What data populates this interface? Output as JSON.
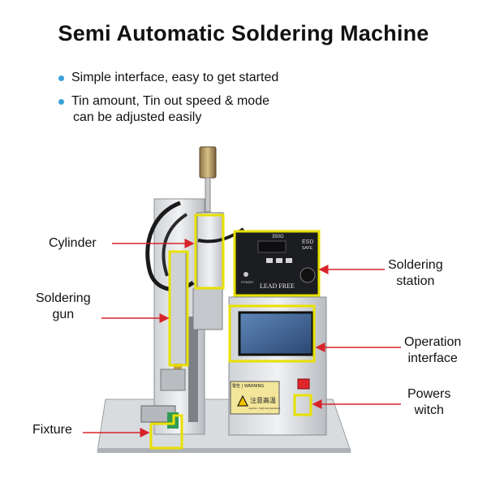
{
  "title": "Semi Automatic Soldering Machine",
  "bullets": [
    "Simple interface, easy to get started",
    "Tin amount, Tin out speed & mode",
    "can be adjusted easily"
  ],
  "callouts": {
    "cylinder": "Cylinder",
    "soldering_gun_line1": "Soldering",
    "soldering_gun_line2": "gun",
    "fixture": "Fixture",
    "soldering_station_line1": "Soldering",
    "soldering_station_line2": "station",
    "operation_interface_line1": "Operation",
    "operation_interface_line2": "interface",
    "power_switch_line1": "Powers",
    "power_switch_line2": "witch"
  },
  "station_panel": {
    "model": "350G",
    "esd_line1": "ESD",
    "esd_line2": "SAFE",
    "power": "POWER",
    "lead_free": "LEAD FREE"
  },
  "warning_sticker": {
    "heading": "警告 | WARNING",
    "text": "注意高温",
    "subtext": "caution, high temperature"
  },
  "colors": {
    "highlight": "#e8e000",
    "arrow": "#d8232a",
    "bullet": "#3aa0d8"
  }
}
